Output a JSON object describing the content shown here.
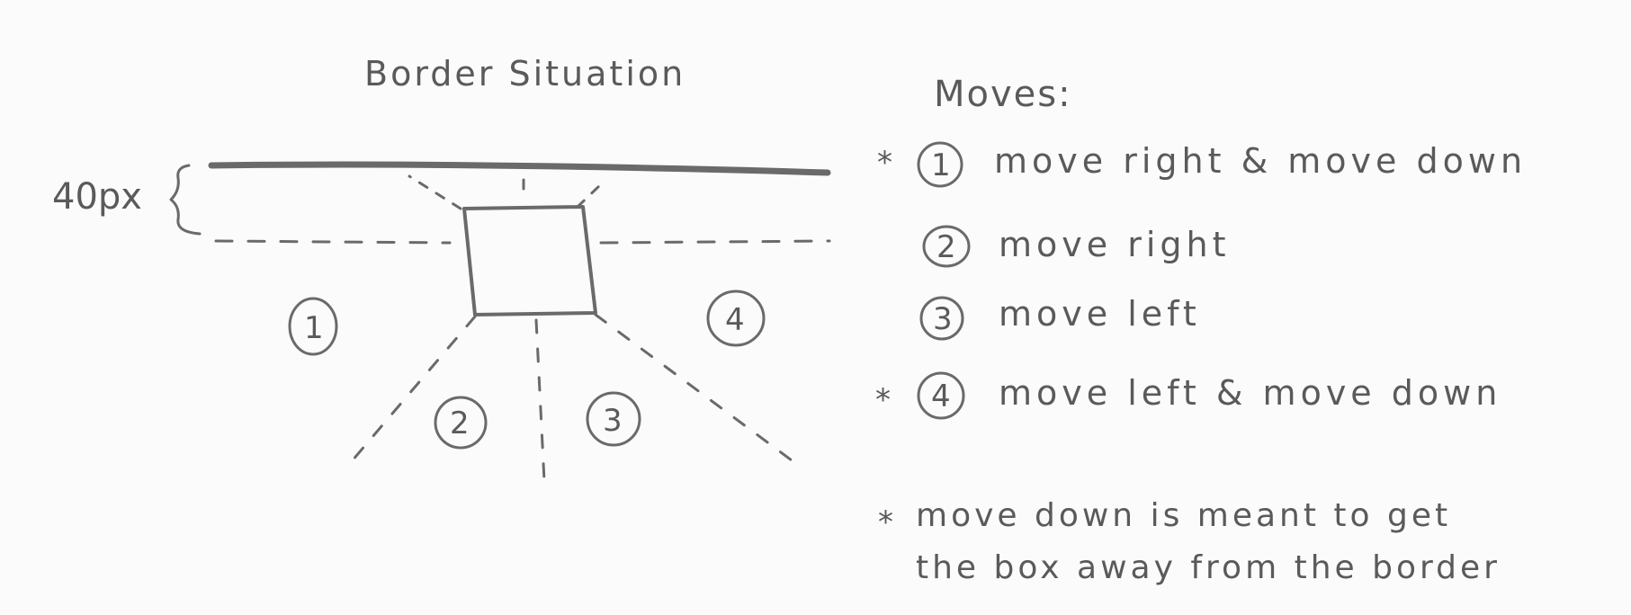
{
  "diagram": {
    "title": "Border Situation",
    "margin_label": "40px",
    "regions": [
      "1",
      "2",
      "3",
      "4"
    ]
  },
  "moves": {
    "heading": "Moves:",
    "items": [
      {
        "number": "1",
        "text": "move right & move down",
        "marked": "*"
      },
      {
        "number": "2",
        "text": "move right",
        "marked": ""
      },
      {
        "number": "3",
        "text": "move left",
        "marked": ""
      },
      {
        "number": "4",
        "text": "move left & move down",
        "marked": "*"
      }
    ]
  },
  "footnote": {
    "marker": "*",
    "line1": "move down is meant to get",
    "line2": "the box away from the border"
  }
}
